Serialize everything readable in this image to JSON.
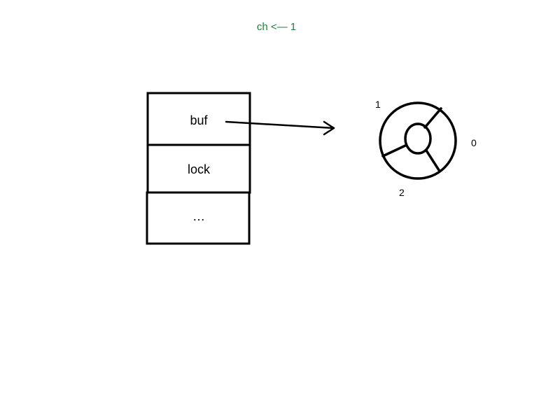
{
  "header": {
    "text": "ch <— 1",
    "color": "#1a7f3c"
  },
  "struct": {
    "fields": [
      "buf",
      "lock",
      "…"
    ]
  },
  "ring_buffer": {
    "slot_labels": [
      "1",
      "0",
      "2"
    ]
  },
  "colors": {
    "stroke": "#000000",
    "background": "#ffffff"
  }
}
